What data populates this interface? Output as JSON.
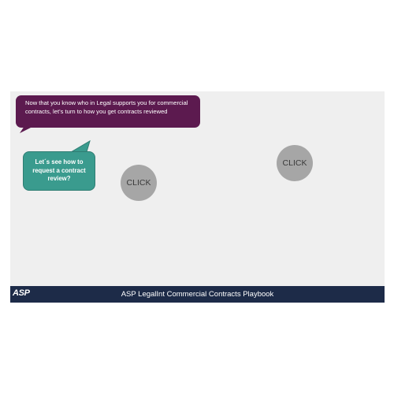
{
  "slide": {
    "message_bubble": {
      "text": "Now that you know who in Legal supports you for commercial contracts, let’s turn to how you get contracts reviewed",
      "color": "#5c1a4f"
    },
    "prompt_bubble": {
      "text": "Let´s see how to request a contract review?",
      "color": "#3a9b8e"
    },
    "click_buttons": [
      {
        "label": "CLICK"
      },
      {
        "label": "CLICK"
      }
    ]
  },
  "footer": {
    "logo": "ASP",
    "title": "ASP LegalInt Commercial Contracts Playbook",
    "color": "#1d2b48"
  }
}
